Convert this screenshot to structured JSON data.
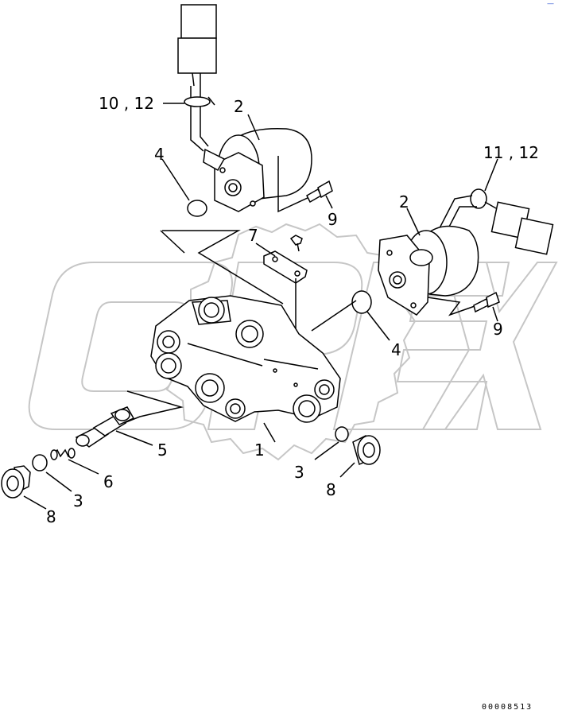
{
  "watermark": {
    "text": "OPEX",
    "color": "#bdbdbd"
  },
  "callouts": {
    "c1": "1",
    "c2_top": "2",
    "c2_right": "2",
    "c3_center": "3",
    "c3_left": "3",
    "c4_top": "4",
    "c4_right": "4",
    "c5": "5",
    "c6": "6",
    "c7": "7",
    "c8_left": "8",
    "c8_center": "8",
    "c9_top": "9",
    "c9_right": "9",
    "c10_12": "10 , 12",
    "c11_12": "11 , 12"
  },
  "drawing_code": "00008513",
  "corner_mark": "—"
}
